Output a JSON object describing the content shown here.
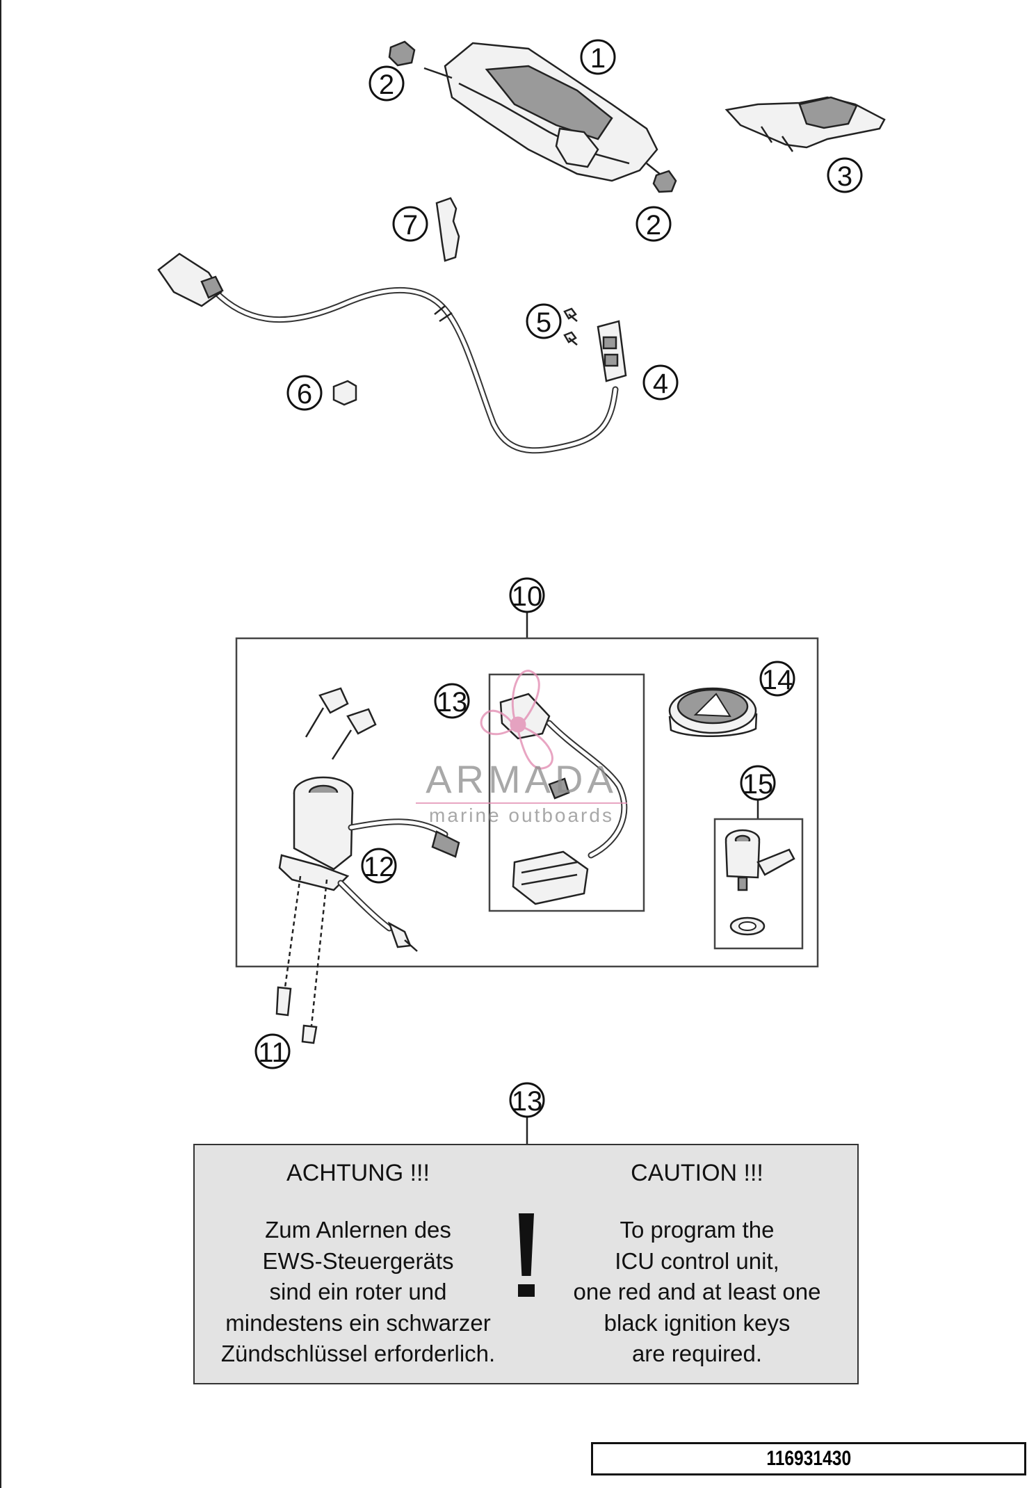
{
  "callouts": {
    "c1": "1",
    "c2a": "2",
    "c2b": "2",
    "c3": "3",
    "c4": "4",
    "c5": "5",
    "c6": "6",
    "c7": "7",
    "c10": "10",
    "c11": "11",
    "c12": "12",
    "c13a": "13",
    "c13b": "13",
    "c14": "14",
    "c15": "15"
  },
  "caution": {
    "de_heading": "ACHTUNG !!!",
    "de_lines": [
      "Zum Anlernen des",
      "EWS-Steuergeräts",
      "sind ein roter und",
      "mindestens ein schwarzer",
      "Zündschlüssel erforderlich."
    ],
    "en_heading": "CAUTION !!!",
    "en_lines": [
      "To program the",
      "ICU control unit,",
      "one red and at least one",
      "black ignition keys",
      "are required."
    ]
  },
  "reference_number": "116931430",
  "watermark": {
    "brand": "ARMADA",
    "tagline": "marine outboards",
    "accent_color": "#e38fb4",
    "text_color": "#8c8c8c"
  }
}
